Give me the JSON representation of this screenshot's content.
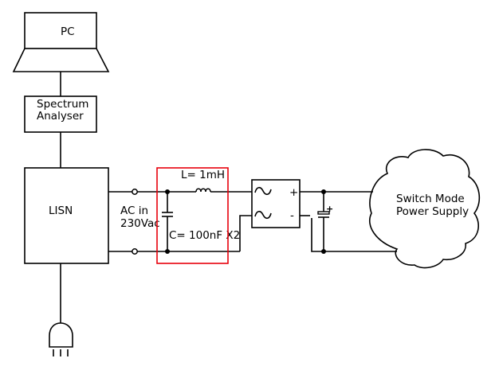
{
  "diagram": {
    "pc": {
      "label": "PC"
    },
    "spectrum_analyser": {
      "line1": "Spectrum",
      "line2": "Analyser"
    },
    "lisn": {
      "label": "LISN"
    },
    "ac_input": {
      "line1": "AC in",
      "line2": "230Vac"
    },
    "filter": {
      "inductor_label": "L= 1mH",
      "capacitor_label": "C= 100nF X2",
      "highlight_color": "#e8000b"
    },
    "bridge": {
      "plus": "+",
      "minus": "-",
      "ac_symbol": "~"
    },
    "bulk_capacitor": {
      "polarity": "+"
    },
    "smps": {
      "line1": "Switch Mode",
      "line2": "Power Supply"
    }
  }
}
